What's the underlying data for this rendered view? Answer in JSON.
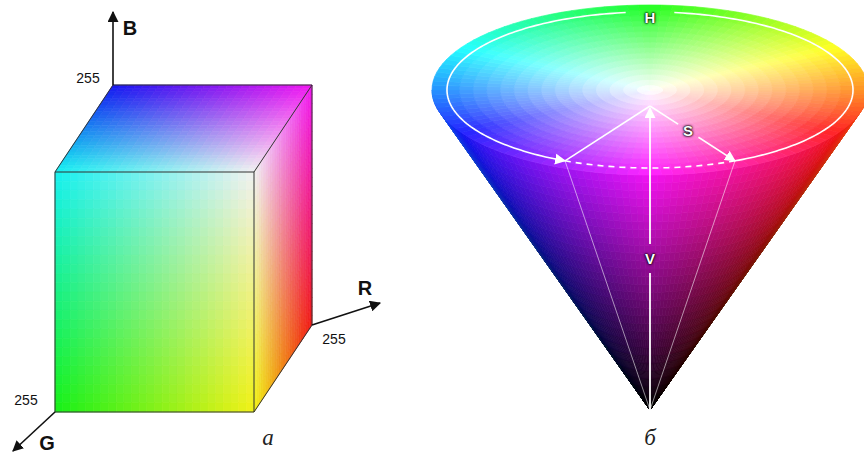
{
  "diagram": {
    "labels": [
      "B",
      "255",
      "R",
      "255",
      "255",
      "G",
      "H",
      "S",
      "V",
      "а",
      "б"
    ]
  }
}
